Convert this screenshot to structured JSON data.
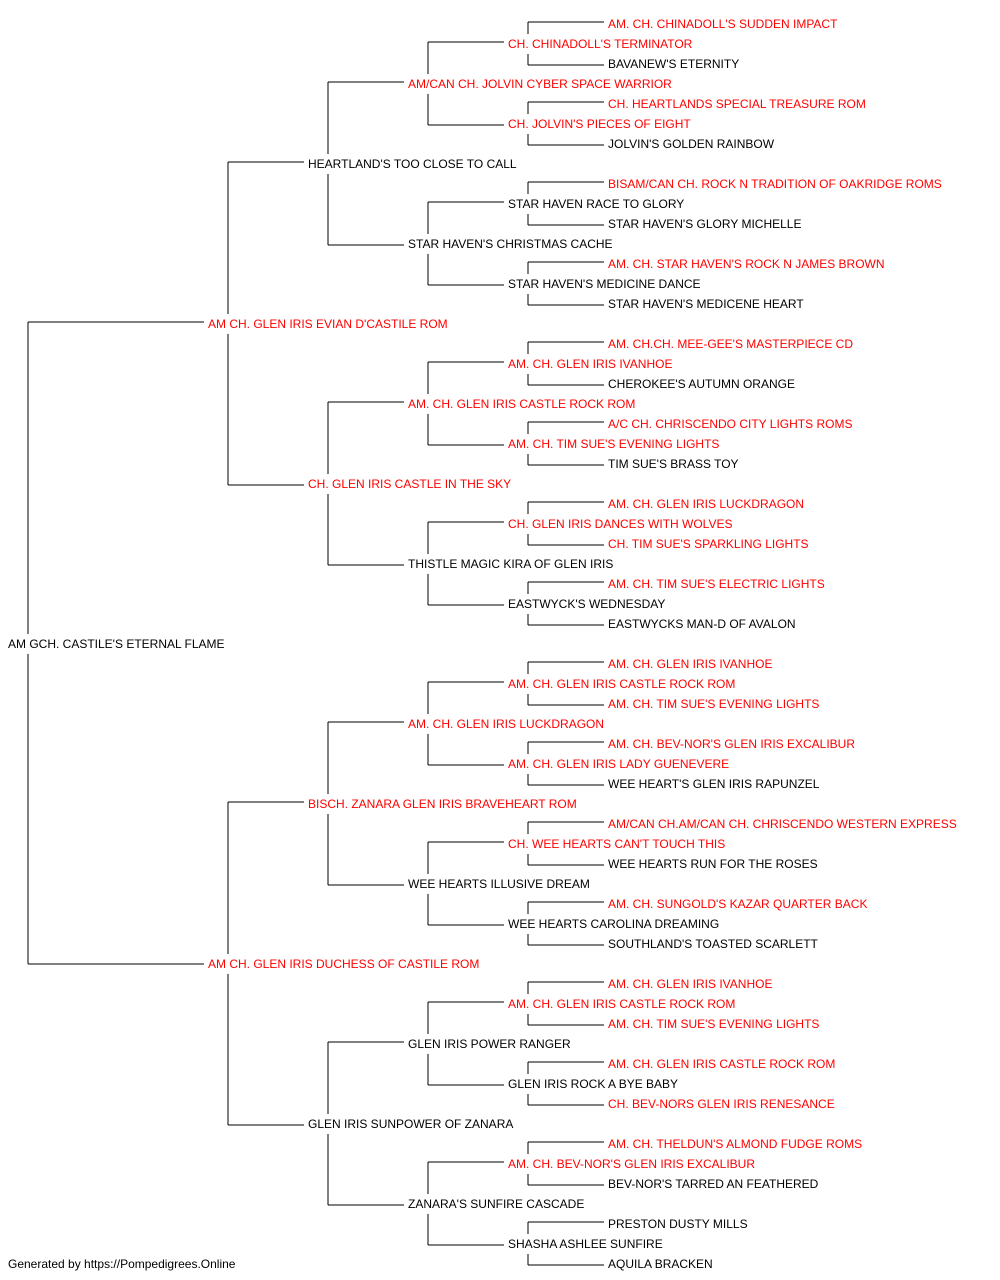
{
  "pedigree": {
    "subject": {
      "name": "AM GCH. CASTILE'S ETERNAL FLAME"
    },
    "sire": {
      "name": "AM CH. GLEN IRIS EVIAN D'CASTILE ROM",
      "champion": true
    },
    "dam": {
      "name": "AM CH. GLEN IRIS DUCHESS OF CASTILE ROM",
      "champion": true
    },
    "g2": [
      {
        "name": "HEARTLAND'S TOO CLOSE TO CALL",
        "champion": false
      },
      {
        "name": "CH. GLEN IRIS CASTLE IN THE SKY",
        "champion": true
      },
      {
        "name": "BISCH. ZANARA GLEN IRIS BRAVEHEART ROM",
        "champion": true
      },
      {
        "name": "GLEN IRIS SUNPOWER OF ZANARA",
        "champion": false
      }
    ],
    "g3": [
      {
        "name": "AM/CAN CH. JOLVIN CYBER SPACE WARRIOR",
        "champion": true
      },
      {
        "name": "STAR HAVEN'S CHRISTMAS CACHE",
        "champion": false
      },
      {
        "name": "AM. CH. GLEN IRIS CASTLE ROCK ROM",
        "champion": true
      },
      {
        "name": "THISTLE MAGIC KIRA OF GLEN IRIS",
        "champion": false
      },
      {
        "name": "AM. CH. GLEN IRIS LUCKDRAGON",
        "champion": true
      },
      {
        "name": "WEE HEARTS ILLUSIVE DREAM",
        "champion": false
      },
      {
        "name": "GLEN IRIS POWER RANGER",
        "champion": false
      },
      {
        "name": "ZANARA'S SUNFIRE CASCADE",
        "champion": false
      }
    ],
    "g4": [
      {
        "name": "CH. CHINADOLL'S TERMINATOR",
        "champion": true
      },
      {
        "name": "CH. JOLVIN'S PIECES OF EIGHT",
        "champion": true
      },
      {
        "name": "STAR HAVEN RACE TO GLORY",
        "champion": false
      },
      {
        "name": "STAR HAVEN'S MEDICINE DANCE",
        "champion": false
      },
      {
        "name": "AM. CH. GLEN IRIS IVANHOE",
        "champion": true
      },
      {
        "name": "AM. CH. TIM SUE'S EVENING LIGHTS",
        "champion": true
      },
      {
        "name": "CH. GLEN IRIS DANCES WITH WOLVES",
        "champion": true
      },
      {
        "name": "EASTWYCK'S WEDNESDAY",
        "champion": false
      },
      {
        "name": "AM. CH. GLEN IRIS CASTLE ROCK ROM",
        "champion": true
      },
      {
        "name": "AM. CH. GLEN IRIS LADY GUENEVERE",
        "champion": true
      },
      {
        "name": "CH. WEE HEARTS CAN'T TOUCH THIS",
        "champion": true
      },
      {
        "name": "WEE HEARTS CAROLINA DREAMING",
        "champion": false
      },
      {
        "name": "AM. CH. GLEN IRIS CASTLE ROCK ROM",
        "champion": true
      },
      {
        "name": "GLEN IRIS ROCK A BYE BABY",
        "champion": false
      },
      {
        "name": "AM. CH. BEV-NOR'S GLEN IRIS EXCALIBUR",
        "champion": true
      },
      {
        "name": "SHASHA ASHLEE SUNFIRE",
        "champion": false
      }
    ],
    "g5": [
      {
        "name": "AM. CH. CHINADOLL'S SUDDEN IMPACT",
        "champion": true
      },
      {
        "name": "BAVANEW'S ETERNITY",
        "champion": false
      },
      {
        "name": "CH. HEARTLANDS SPECIAL TREASURE ROM",
        "champion": true
      },
      {
        "name": "JOLVIN'S GOLDEN RAINBOW",
        "champion": false
      },
      {
        "name": "BISAM/CAN CH. ROCK N TRADITION OF OAKRIDGE ROMS",
        "champion": true
      },
      {
        "name": "STAR HAVEN'S GLORY MICHELLE",
        "champion": false
      },
      {
        "name": "AM. CH. STAR HAVEN'S ROCK N JAMES BROWN",
        "champion": true
      },
      {
        "name": "STAR HAVEN'S MEDICENE HEART",
        "champion": false
      },
      {
        "name": "AM. CH.CH. MEE-GEE'S MASTERPIECE CD",
        "champion": true
      },
      {
        "name": "CHEROKEE'S AUTUMN ORANGE",
        "champion": false
      },
      {
        "name": "A/C CH. CHRISCENDO CITY LIGHTS ROMS",
        "champion": true
      },
      {
        "name": "TIM SUE'S BRASS TOY",
        "champion": false
      },
      {
        "name": "AM. CH. GLEN IRIS LUCKDRAGON",
        "champion": true
      },
      {
        "name": "CH. TIM SUE'S SPARKLING LIGHTS",
        "champion": true
      },
      {
        "name": "AM. CH. TIM SUE'S ELECTRIC LIGHTS",
        "champion": true
      },
      {
        "name": "EASTWYCKS MAN-D OF AVALON",
        "champion": false
      },
      {
        "name": "AM. CH. GLEN IRIS IVANHOE",
        "champion": true
      },
      {
        "name": "AM. CH. TIM SUE'S EVENING LIGHTS",
        "champion": true
      },
      {
        "name": "AM. CH. BEV-NOR'S GLEN IRIS EXCALIBUR",
        "champion": true
      },
      {
        "name": "WEE HEART'S GLEN IRIS RAPUNZEL",
        "champion": false
      },
      {
        "name": "AM/CAN CH.AM/CAN CH. CHRISCENDO WESTERN EXPRESS",
        "champion": true
      },
      {
        "name": "WEE HEARTS RUN FOR THE ROSES",
        "champion": false
      },
      {
        "name": "AM. CH. SUNGOLD'S KAZAR QUARTER BACK",
        "champion": true
      },
      {
        "name": "SOUTHLAND'S TOASTED SCARLETT",
        "champion": false
      },
      {
        "name": "AM. CH. GLEN IRIS IVANHOE",
        "champion": true
      },
      {
        "name": "AM. CH. TIM SUE'S EVENING LIGHTS",
        "champion": true
      },
      {
        "name": "AM. CH. GLEN IRIS CASTLE ROCK ROM",
        "champion": true
      },
      {
        "name": "CH. BEV-NORS GLEN IRIS RENESANCE",
        "champion": true
      },
      {
        "name": "AM. CH. THELDUN'S ALMOND FUDGE ROMS",
        "champion": true
      },
      {
        "name": "BEV-NOR'S TARRED AN FEATHERED",
        "champion": false
      },
      {
        "name": "PRESTON DUSTY MILLS",
        "champion": false
      },
      {
        "name": "AQUILA BRACKEN",
        "champion": false
      }
    ]
  },
  "footer": "Generated by https://Pompedigrees.Online",
  "colors": {
    "champion": "#ff0000",
    "default": "#000000",
    "lines": "#000000"
  }
}
